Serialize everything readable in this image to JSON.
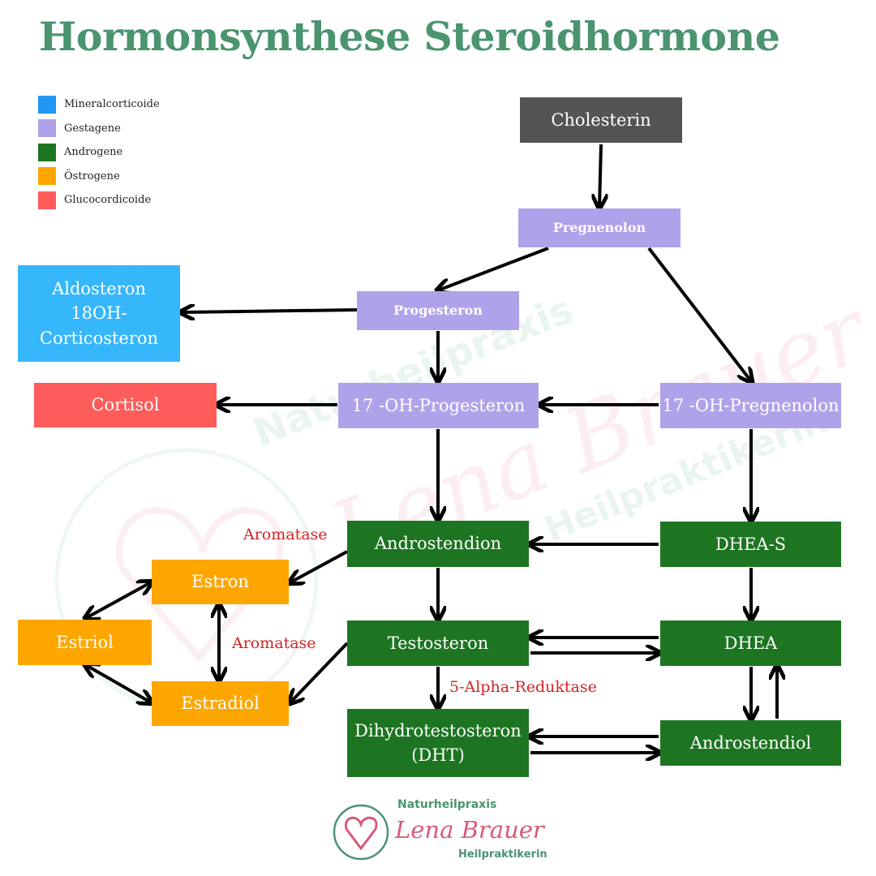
{
  "title": "Hormonsynthese Steroidhormone",
  "colors": {
    "mineral": "#36b6fb",
    "gestagen": "#b0a2ea",
    "androgen": "#1d7521",
    "oestrogen": "#fea600",
    "gluco": "#fe5b5b",
    "cholesterin": "#545454",
    "enzyme": "#d42323",
    "title": "#4a9470"
  },
  "legend": [
    {
      "label": "Mineralcorticoide",
      "color": "#2196f3"
    },
    {
      "label": "Gestagene",
      "color": "#b0a2ea"
    },
    {
      "label": "Androgene",
      "color": "#1d7521"
    },
    {
      "label": "Östrogene",
      "color": "#fea600"
    },
    {
      "label": "Glucocordicoide",
      "color": "#fe5b5b"
    }
  ],
  "nodes": {
    "cholesterin": "Cholesterin",
    "pregnenolon": "Pregnenolon",
    "progesteron": "Progesteron",
    "aldosteron": "Aldosteron\n18OH-\nCorticosteron",
    "oh_progesteron": "17 -OH-Progesteron",
    "oh_pregnenolon": "17 -OH-Pregnenolon",
    "cortisol": "Cortisol",
    "androstendion": "Androstendion",
    "dhea_s": "DHEA-S",
    "estron": "Estron",
    "estriol": "Estriol",
    "testosteron": "Testosteron",
    "dhea": "DHEA",
    "estradiol": "Estradiol",
    "dht": "Dihydrotestosteron\n(DHT)",
    "androstendiol": "Androstendiol"
  },
  "enzymes": {
    "aromatase_1": "Aromatase",
    "aromatase_2": "Aromatase",
    "reduktase": "5-Alpha-Reduktase"
  },
  "watermark": {
    "line1": "Naturheilpraxis",
    "line2": "Lena Brauer",
    "line3": "Heilpraktikerin"
  },
  "logo": {
    "top": "Naturheilpraxis",
    "name": "Lena Brauer",
    "bottom": "Heilpraktikerin"
  }
}
